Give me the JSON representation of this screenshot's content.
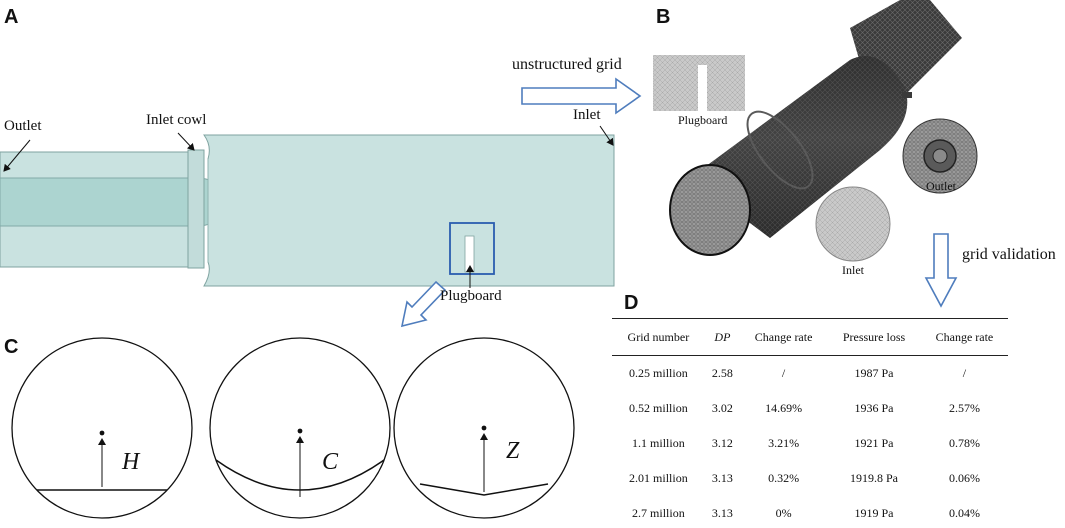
{
  "panels": {
    "a": "A",
    "b": "B",
    "c": "C",
    "d": "D"
  },
  "panel_a": {
    "outlet_label": "Outlet",
    "inlet_cowl_label": "Inlet cowl",
    "inlet_label": "Inlet",
    "plugboard_label": "Plugboard"
  },
  "panel_b": {
    "arrow_label": "unstructured grid",
    "plugboard_label": "Plugboard",
    "outlet_label": "Outlet",
    "inlet_label": "Inlet",
    "validation_label": "grid validation"
  },
  "panel_c": {
    "shapes": [
      {
        "label": "H"
      },
      {
        "label": "C"
      },
      {
        "label": "Z"
      }
    ]
  },
  "table": {
    "headers": [
      "Grid number",
      "DP",
      "Change rate",
      "Pressure loss",
      "Change rate"
    ],
    "rows": [
      [
        "0.25 million",
        "2.58",
        "/",
        "1987 Pa",
        "/"
      ],
      [
        "0.52 million",
        "3.02",
        "14.69%",
        "1936 Pa",
        "2.57%"
      ],
      [
        "1.1 million",
        "3.12",
        "3.21%",
        "1921 Pa",
        "0.78%"
      ],
      [
        "2.01 million",
        "3.13",
        "0.32%",
        "1919.8 Pa",
        "0.06%"
      ],
      [
        "2.7 million",
        "3.13",
        "0%",
        "1919 Pa",
        "0.04%"
      ]
    ]
  },
  "colors": {
    "pipe_fill": "#c9e2e0",
    "pipe_inner": "#a9d3cf",
    "pipe_edge": "#7fa3a0",
    "highlight_box": "#2a5db0",
    "arrow_outline": "#4f7dbd",
    "mesh_dark": "#2b2b2b"
  }
}
